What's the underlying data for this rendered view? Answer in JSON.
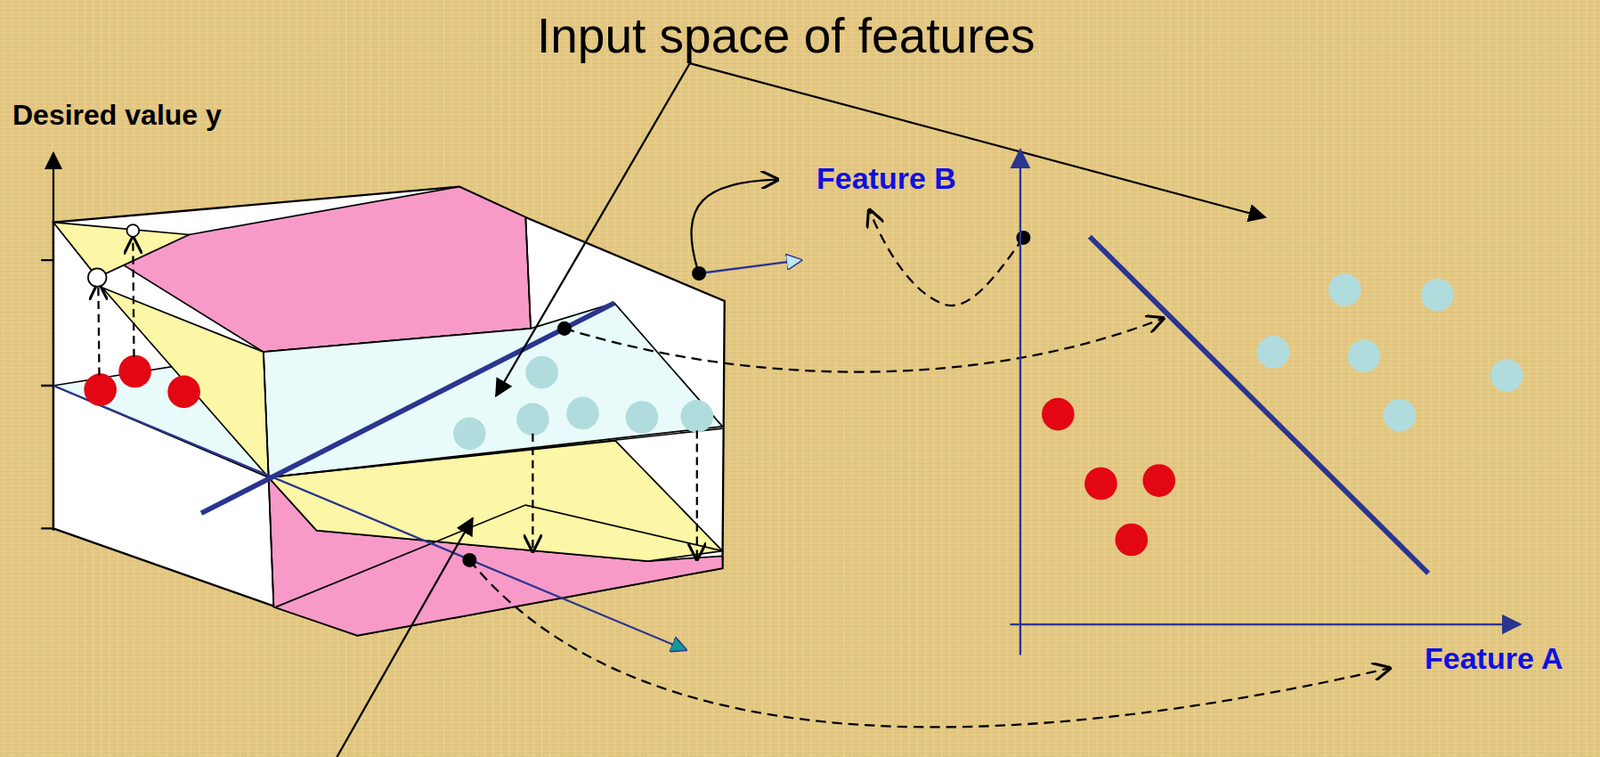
{
  "diagram": {
    "title": "Input space of features",
    "labels": [
      "Desired value y",
      "Feature B",
      "Feature A"
    ]
  }
}
